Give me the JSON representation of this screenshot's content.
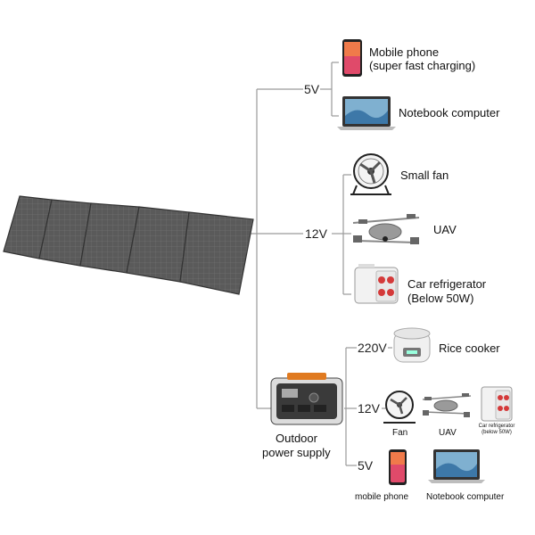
{
  "voltages": {
    "top_5v": "5V",
    "mid_12v": "12V",
    "out_220v": "220V",
    "out_12v": "12V",
    "out_5v": "5V"
  },
  "devices": {
    "mobile_phone_line1": "Mobile phone",
    "mobile_phone_line2": "(super fast charging)",
    "notebook": "Notebook computer",
    "small_fan": "Small fan",
    "uav": "UAV",
    "car_fridge_line1": "Car refrigerator",
    "car_fridge_line2": "(Below 50W)",
    "rice_cooker": "Rice cooker",
    "outdoor_line1": "Outdoor",
    "outdoor_line2": "power supply",
    "fan": "Fan",
    "uav_small": "UAV",
    "car_fridge_small_line1": "Car refrigerator",
    "car_fridge_small_line2": "(below 50W)",
    "mobile_phone_small": "mobile phone",
    "notebook_small": "Notebook computer"
  }
}
